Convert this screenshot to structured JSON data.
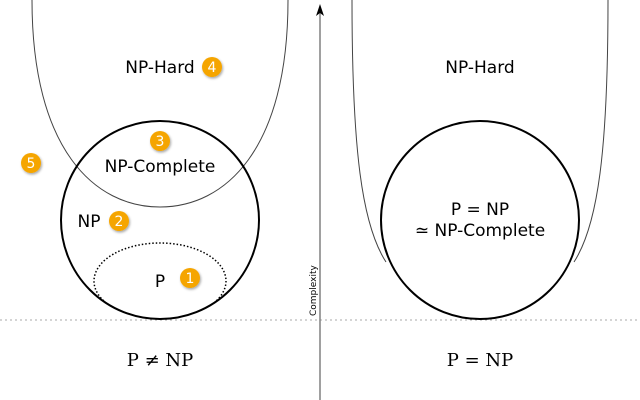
{
  "left_panel": {
    "np_hard_label": "NP-Hard",
    "np_complete_label": "NP-Complete",
    "np_label": "NP",
    "p_label": "P",
    "caption": "P ≠ NP"
  },
  "right_panel": {
    "np_hard_label": "NP-Hard",
    "merged_label_line1": "P = NP",
    "merged_label_line2": "≃ NP-Complete",
    "caption": "P = NP"
  },
  "axis": {
    "label": "Complexity"
  },
  "badges": [
    "1",
    "2",
    "3",
    "4",
    "5"
  ],
  "colors": {
    "badge": "#F5A503",
    "line": "#000000",
    "axis": "#808080"
  }
}
